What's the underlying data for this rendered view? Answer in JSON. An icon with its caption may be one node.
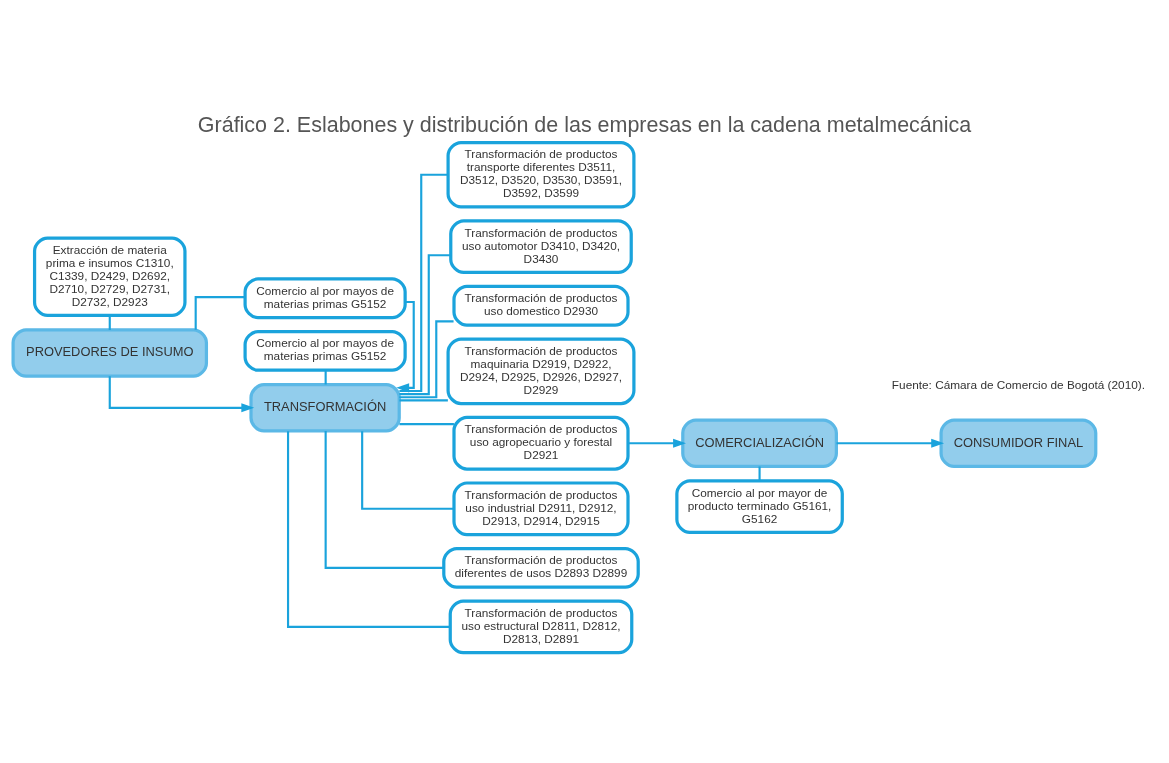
{
  "diagram": {
    "title": "Gráfico 2. Eslabones y distribución de las empresas en la cadena metalmecánica",
    "caption": "Fuente: Cámara de Comercio de Bogotá (2010).",
    "nodes": [
      {
        "text": [
          "Extracción de materia prima e insumos C1310, C1339, D2429, D2692, D2710, D2729, D2731, D2732, D2923"
        ]
      },
      {
        "text": [
          "PROVEDORES DE INSUMO"
        ]
      },
      {
        "text": [
          "Comercio al por mayos de materias primas G5152"
        ]
      },
      {
        "text": [
          "Comercio al por mayos de materias primas G5152"
        ]
      },
      {
        "text": [
          "TRANSFORMACIÓN"
        ]
      },
      {
        "text": [
          "Transformación de productos uso estructural D2811, D2812, D2813, D2891"
        ]
      },
      {
        "text": [
          "Transformación de productos diferentes de usos D2893 D2899"
        ]
      },
      {
        "text": [
          "Transformación de productos uso industrial D2911, D2912, D2913, D2914, D2915"
        ]
      },
      {
        "text": [
          "Transformación de productos uso agropecuario y forestal D2921"
        ]
      },
      {
        "text": [
          "Transformación de productos maquinaria D2919, D2922, D2924, D2925, D2926, D2927, D2929"
        ]
      },
      {
        "text": [
          "Transformación de productos uso domestico D2930"
        ]
      },
      {
        "text": [
          "Transformación de productos uso automotor D3410, D3420, D3430"
        ]
      },
      {
        "text": [
          "Transformación de productos transporte diferentes D3511, D3512, D3520, D3530, D3591, D3592, D3599"
        ]
      },
      {
        "text": [
          "COMERCIALIZACIÓN"
        ]
      },
      {
        "text": [
          "Comercio al por mayor de producto terminado G5161, G5162"
        ]
      },
      {
        "text": [
          "CONSUMIDOR FINAL"
        ]
      }
    ],
    "edges": [
      {
        "from": 0,
        "to": 1,
        "arrow": "none"
      },
      {
        "from": 1,
        "to": 4,
        "arrow": "to"
      },
      {
        "from": 1,
        "to": 2,
        "arrow": "none"
      },
      {
        "from": 2,
        "to": 4,
        "arrow": "to"
      },
      {
        "from": 3,
        "to": 4,
        "arrow": "none"
      },
      {
        "from": 4,
        "to": 5,
        "arrow": "none"
      },
      {
        "from": 4,
        "to": 6,
        "arrow": "none"
      },
      {
        "from": 4,
        "to": 7,
        "arrow": "none"
      },
      {
        "from": 4,
        "to": 8,
        "arrow": "none"
      },
      {
        "from": 4,
        "to": 9,
        "arrow": "none"
      },
      {
        "from": 4,
        "to": 10,
        "arrow": "none"
      },
      {
        "from": 4,
        "to": 11,
        "arrow": "none"
      },
      {
        "from": 4,
        "to": 12,
        "arrow": "none"
      },
      {
        "from": 8,
        "to": 13,
        "arrow": "to"
      },
      {
        "from": 13,
        "to": 14,
        "arrow": "none"
      },
      {
        "from": 13,
        "to": 15,
        "arrow": "to"
      }
    ]
  }
}
